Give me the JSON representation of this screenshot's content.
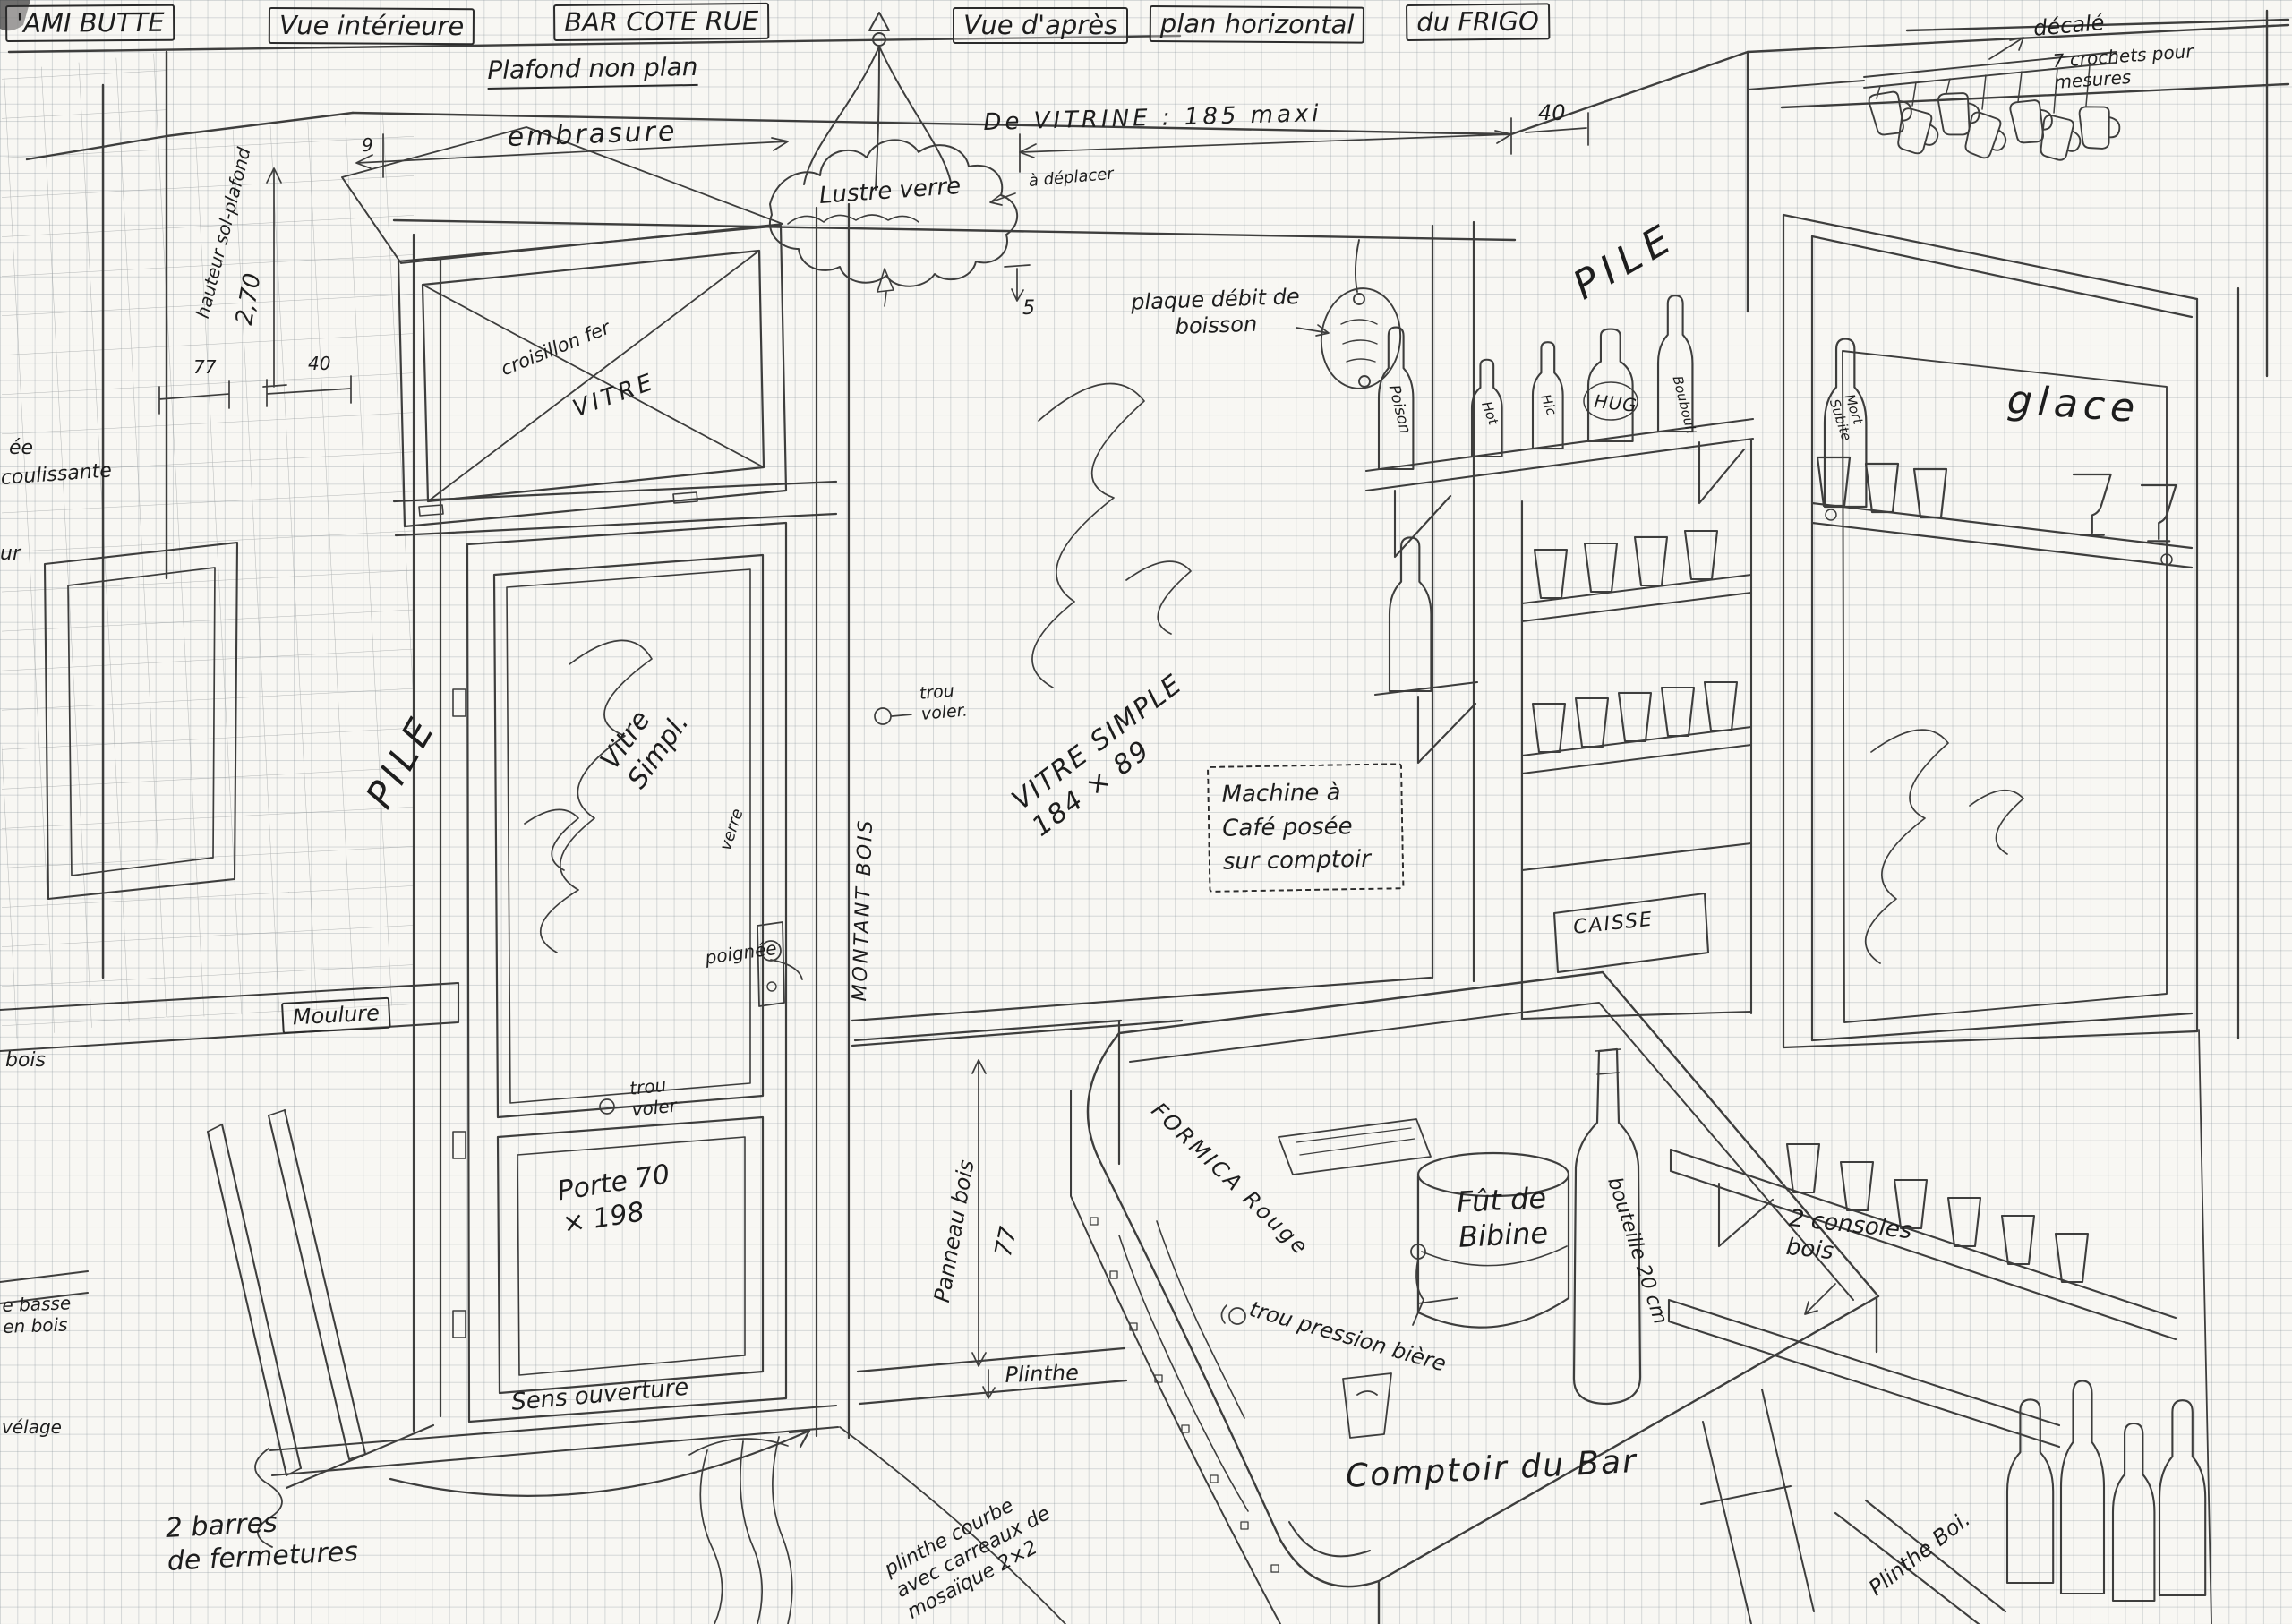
{
  "header": {
    "w1": "'AMI BUTTE",
    "w2": "Vue intérieure",
    "w3": "BAR COTE RUE",
    "w4": "Vue d'après",
    "w5": "plan horizontal",
    "w6": "du FRIGO"
  },
  "labels": {
    "plafond": "Plafond non plan",
    "decale": "décalé",
    "crochets": "7 crochets pour\nmesures",
    "embrasure": "embrasure",
    "vitrine": "De  VITRINE : 185 maxi",
    "dim40top": "40",
    "dim9": "9",
    "hauteur": "hauteur sol-plafond",
    "h270": "2,70",
    "lustre": "Lustre verre",
    "deplacer": "à déplacer",
    "dim5": "5",
    "plaque": "plaque débit de\nboisson",
    "pileRight": "PILE",
    "pileLeft": "PILE",
    "dim77left": "77",
    "dim40left": "40",
    "fragEe": "ée",
    "coulissante": "coulissante",
    "fragUr": "ur",
    "croisillon": "croisillon fer",
    "vitreTransom": "VITRE",
    "vitreDoor": "Vitre\nSimpl.",
    "verre": "verre",
    "poignee": "poignée",
    "montant": "MONTANT  BOIS",
    "trouVolerTop": "trou\nvoler.",
    "vitreSimple": "VITRE SIMPLE\n184 × 89",
    "machine": "Machine à\nCafé posée\nsur comptoir",
    "poison": "Poison",
    "hot": "Hot",
    "hic": "Hic",
    "hug": "HUG",
    "bouboul": "Bouboul!",
    "mortSubite": "Mort\nSubite",
    "glace": "glace",
    "caisse": "CAISSE",
    "moulure": "Moulure",
    "bois": "bois",
    "trouVolerDoor": "trou\nvoler",
    "porte": "Porte 70\n× 198",
    "panneau": "Panneau bois",
    "dim77door": "77",
    "plintheDoor": "Plinthe",
    "sensOuverture": "Sens ouverture",
    "basseBois": "e basse\nen bois",
    "velage": "vélage",
    "barres": "2 barres\nde fermetures",
    "plintheCourbe": "plinthe courbe\navec carreaux de\nmosaïque 2×2",
    "formica": "FORMICA  Rouge",
    "fut": "Fût de\nBibine",
    "trouPression": "trou pression bière",
    "bouteille": "bouteille 20 cm",
    "comptoir": "Comptoir du Bar",
    "consoles": "2 consoles\nbois",
    "plintheBois": "Plinthe Boi."
  },
  "colors": {
    "ink": "#262626",
    "paper": "#f8f7f3",
    "grid": "#c7ccd1"
  }
}
